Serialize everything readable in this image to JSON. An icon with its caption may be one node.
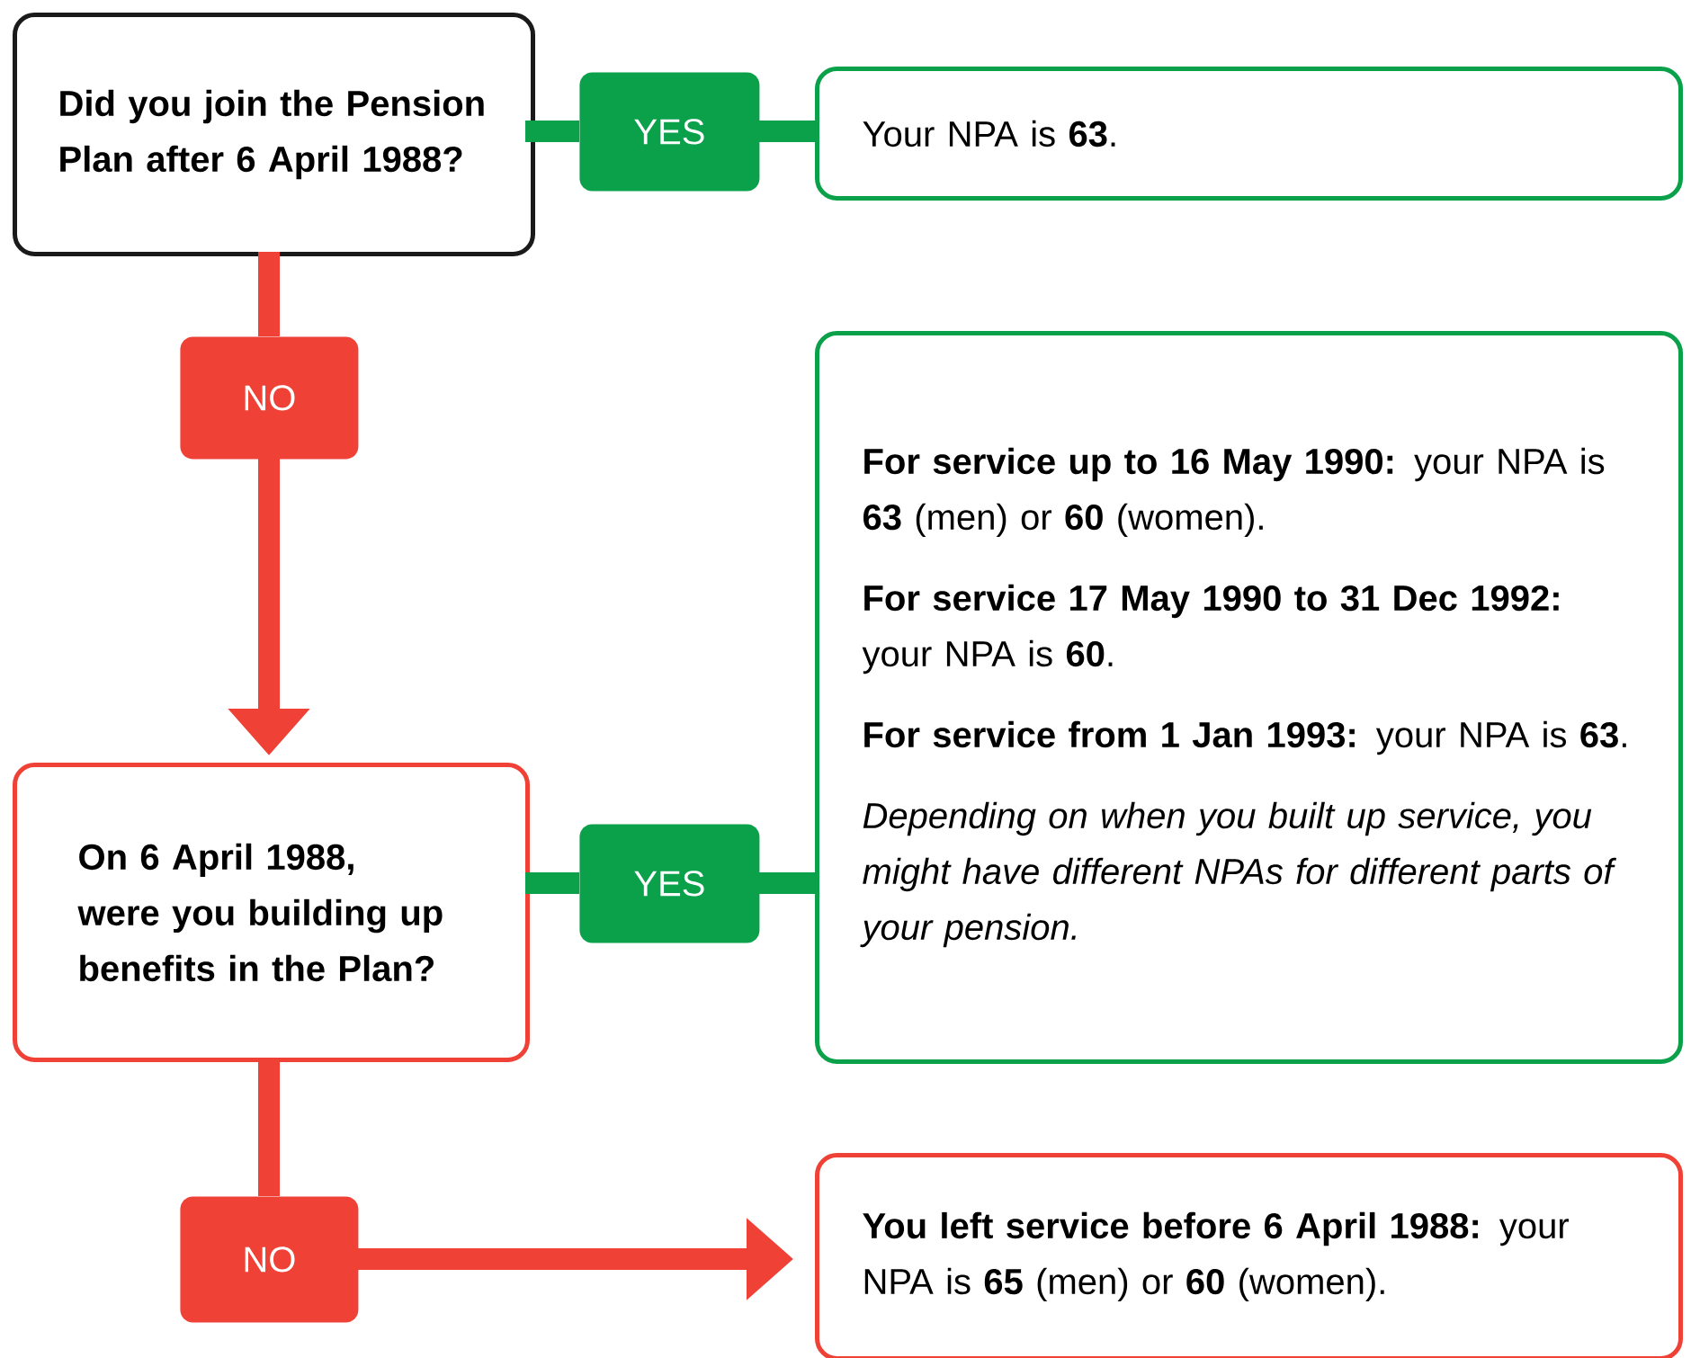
{
  "diagram": {
    "nodes": [
      {
        "text": [
          "Did you join the Pension Plan after 6 April 1988?"
        ]
      },
      {
        "text": [
          "YES"
        ]
      },
      {
        "text": [
          "Your NPA is **63**."
        ]
      },
      {
        "text": [
          "NO"
        ]
      },
      {
        "text": [
          "On 6 April 1988, were you building up benefits in the Plan?"
        ]
      },
      {
        "text": [
          "YES"
        ]
      },
      {
        "text": [
          "**For service up to 16 May 1990:** your NPA is **63** (men) or **60** (women).",
          "**For service 17 May 1990 to 31 Dec 1992:** your NPA is **60**.",
          "**For service from 1 Jan 1993:** your NPA is **63**.",
          "Depending on when you built up service, you might have different NPAs for different parts of your pension."
        ]
      },
      {
        "text": [
          "NO"
        ]
      },
      {
        "text": [
          "**You left service before 6 April 1988:** your NPA is **65** (men) or **60** (women)."
        ]
      }
    ],
    "edges": [
      {
        "from": 0,
        "to": 1,
        "arrow": "none",
        "color": "#0ba14b"
      },
      {
        "from": 1,
        "to": 2,
        "arrow": "none",
        "color": "#0ba14b"
      },
      {
        "from": 0,
        "to": 3,
        "arrow": "none",
        "color": "#ef4136"
      },
      {
        "from": 3,
        "to": 4,
        "arrow": "to",
        "color": "#ef4136"
      },
      {
        "from": 4,
        "to": 5,
        "arrow": "none",
        "color": "#0ba14b"
      },
      {
        "from": 5,
        "to": 6,
        "arrow": "none",
        "color": "#0ba14b"
      },
      {
        "from": 4,
        "to": 7,
        "arrow": "none",
        "color": "#ef4136"
      },
      {
        "from": 7,
        "to": 8,
        "arrow": "to",
        "color": "#ef4136"
      }
    ]
  }
}
